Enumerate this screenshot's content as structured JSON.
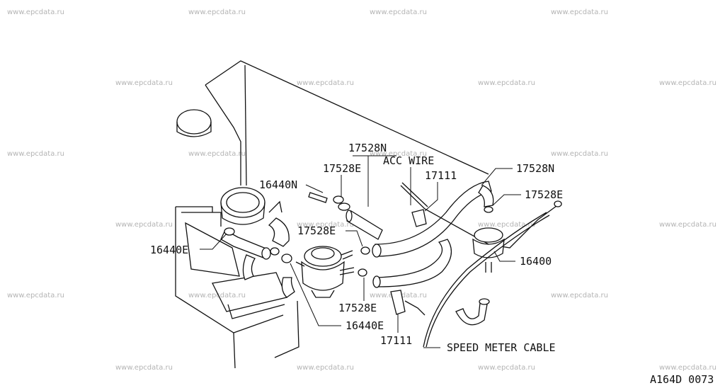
{
  "watermark": "www.epcdata.ru",
  "drawing_id": "A164D 0073",
  "parts": {
    "p17528N_top": "17528N",
    "p17528E_top": "17528E",
    "acc_wire": "ACC WIRE",
    "p17111_top": "17111",
    "p17528N_right": "17528N",
    "p17528E_right": "17528E",
    "p16440N": "16440N",
    "p17528E_mid": "17528E",
    "p16440E_left": "16440E",
    "p16400": "16400",
    "p17528E_low": "17528E",
    "p16440E_bottom": "16440E",
    "p17111_bottom": "17111",
    "speedometer_cable": "SPEED METER CABLE"
  }
}
